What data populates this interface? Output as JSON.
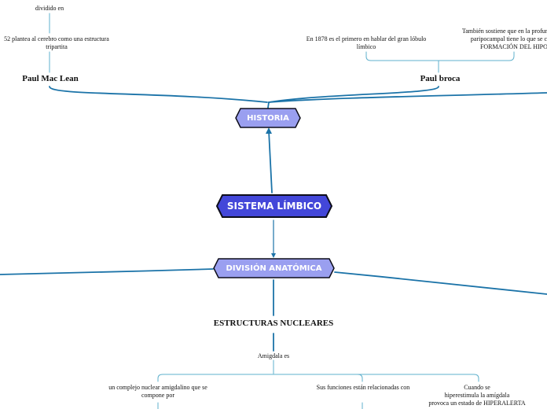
{
  "colors": {
    "connector": "#1b73a8",
    "bracket": "#5fb0cc",
    "central_fill": "#4347d9",
    "sub_fill": "#9a9ff0",
    "node_border": "#0d0d1a",
    "node_text": "#ffffff"
  },
  "nodes": {
    "central": "SISTEMA LÍMBICO",
    "historia": "HISTORIA",
    "division": "DIVISIÓN ANATÓMICA"
  },
  "texts": {
    "dividido_en": "dividido en",
    "macLean_desc": "52 plantea al cerebro como una estructura\ntripartita",
    "macLean_name": "Paul Mac Lean",
    "broca_desc": "En 1878 es el primero en hablar del gran lóbulo\nlímbico",
    "broca_extra": "También sostiene que en la profundid\nparipocampal tiene lo que se cono\nFORMACIÓN DEL HIPOCA",
    "broca_name": "Paul broca",
    "estructuras": "ESTRUCTURAS NUCLEARES",
    "amigdala_es": "Amigdala es",
    "complejo": "un complejo nuclear amigdalino que se\ncompone por",
    "funciones": "Sus funciones están relacionadas con",
    "cuando": "Cuando se\nhiperestimula la amígdala\nprovoca un estado de HIPERALERTA"
  }
}
